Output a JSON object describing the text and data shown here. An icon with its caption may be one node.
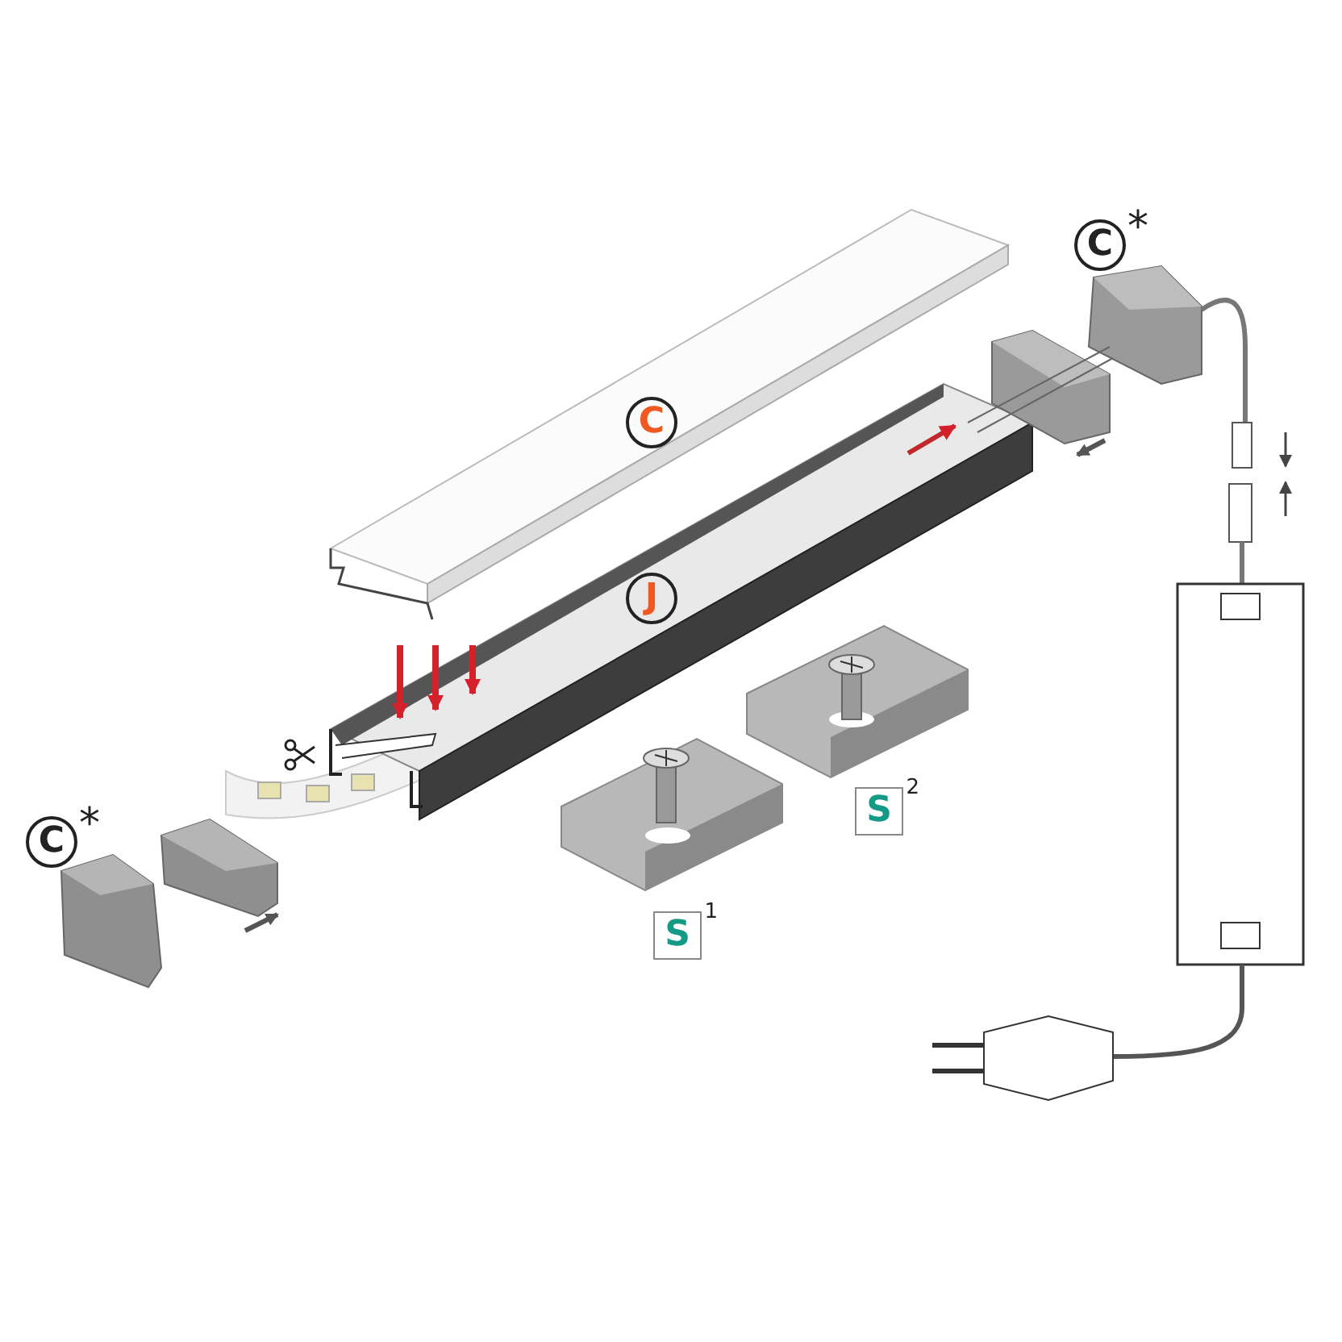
{
  "diagram": {
    "labels": [
      "C$^{*}$",
      "C",
      "J",
      "S$^{2}$",
      "C$^{*}$",
      "S$^{1}$"
    ]
  }
}
